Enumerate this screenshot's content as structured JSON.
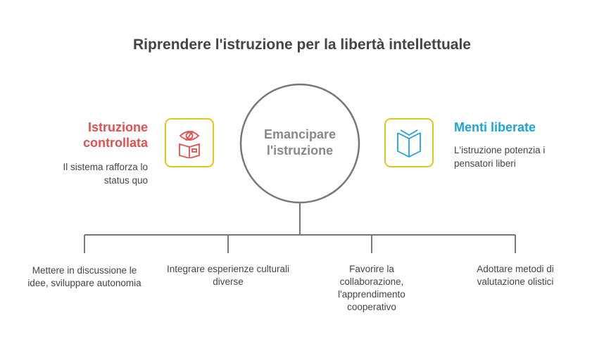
{
  "title": "Riprendere l'istruzione per la libertà intellettuale",
  "center": "Emancipare l'istruzione",
  "left": {
    "heading": "Istruzione controllata",
    "desc": "Il sistema rafforza lo status quo",
    "icon": "eye-slash-book-icon"
  },
  "right": {
    "heading": "Menti liberate",
    "desc": "L'istruzione potenzia i pensatori liberi",
    "icon": "open-book-icon"
  },
  "branches": [
    "Mettere in discussione le idee, sviluppare autonomia",
    "Integrare esperienze culturali diverse",
    "Favorire la collaborazione, l'apprendimento cooperativo",
    "Adottare metodi di valutazione olistici"
  ],
  "colors": {
    "red": "#e0504f",
    "blue": "#1fa3d6",
    "yellow": "#e2c41b",
    "gray": "#777777"
  }
}
